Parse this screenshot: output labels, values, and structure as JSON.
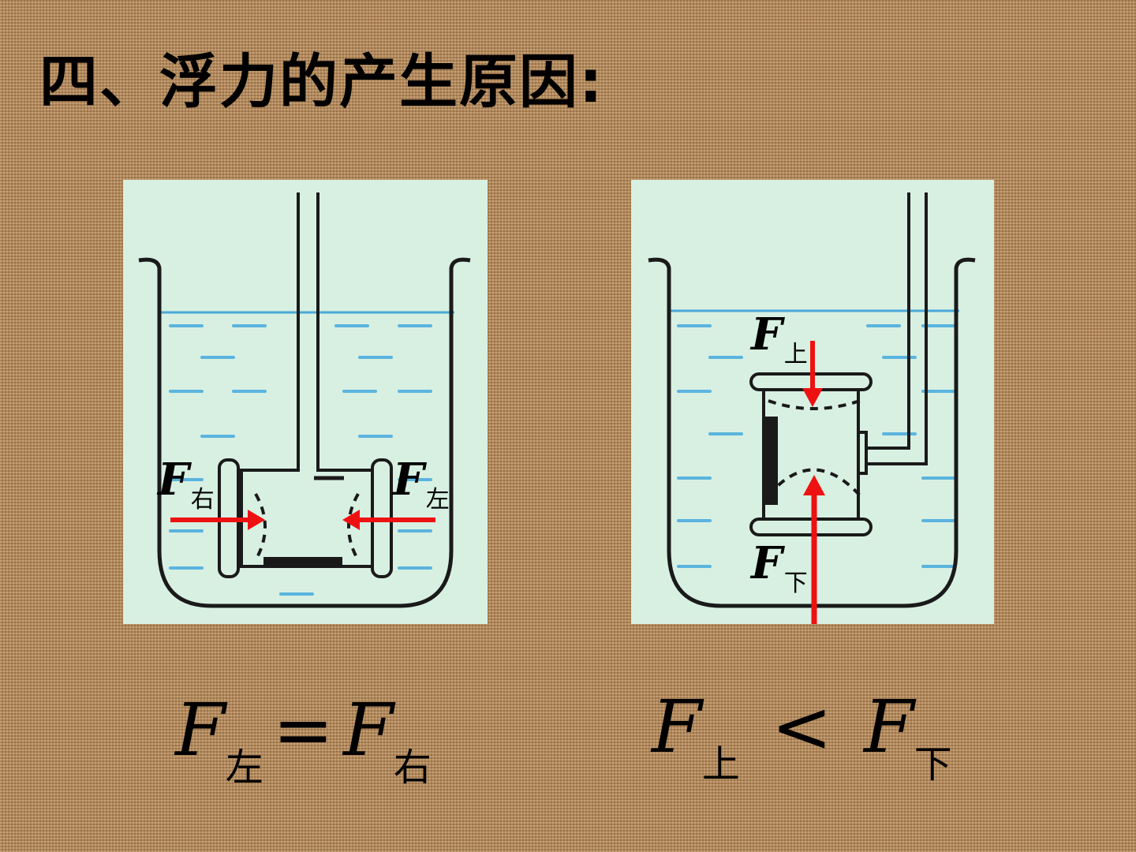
{
  "title": "四、浮力的产生原因:",
  "left_diagram": {
    "label_right": {
      "symbol": "F",
      "sub": "右"
    },
    "label_left": {
      "symbol": "F",
      "sub": "左"
    }
  },
  "right_diagram": {
    "label_top": {
      "symbol": "F",
      "sub": "上"
    },
    "label_bottom": {
      "symbol": "F",
      "sub": "下"
    }
  },
  "equations": {
    "left": {
      "lhs": "F",
      "lhs_sub": "左",
      "op": "=",
      "rhs": "F",
      "rhs_sub": "右"
    },
    "right": {
      "lhs": "F",
      "lhs_sub": "上",
      "op": "<",
      "rhs": "F",
      "rhs_sub": "下"
    }
  },
  "colors": {
    "background": "#b08456",
    "panel": "#d8f0e2",
    "water_line": "#4aa8d8",
    "arrow": "#ee1111",
    "outline": "#1a1a1a"
  }
}
